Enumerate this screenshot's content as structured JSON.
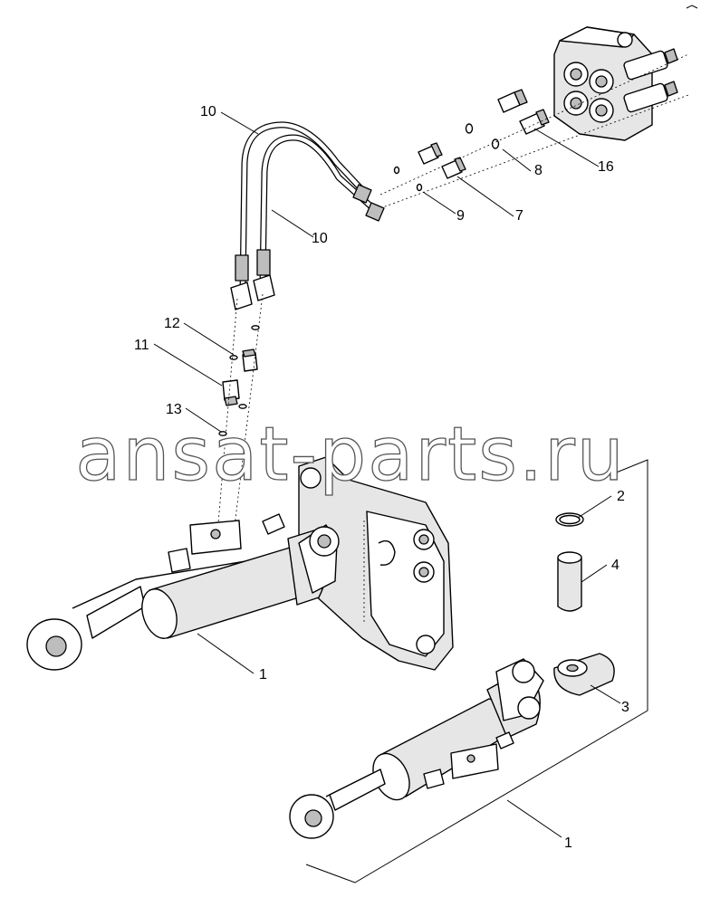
{
  "watermark": "ansat-parts.ru",
  "corner_mark": "",
  "callouts": {
    "c1": "1",
    "c1b": "1",
    "c2": "2",
    "c3": "3",
    "c4": "4",
    "c7": "7",
    "c8": "8",
    "c9": "9",
    "c10a": "10",
    "c10b": "10",
    "c11": "11",
    "c12": "12",
    "c13": "13",
    "c16": "16"
  }
}
